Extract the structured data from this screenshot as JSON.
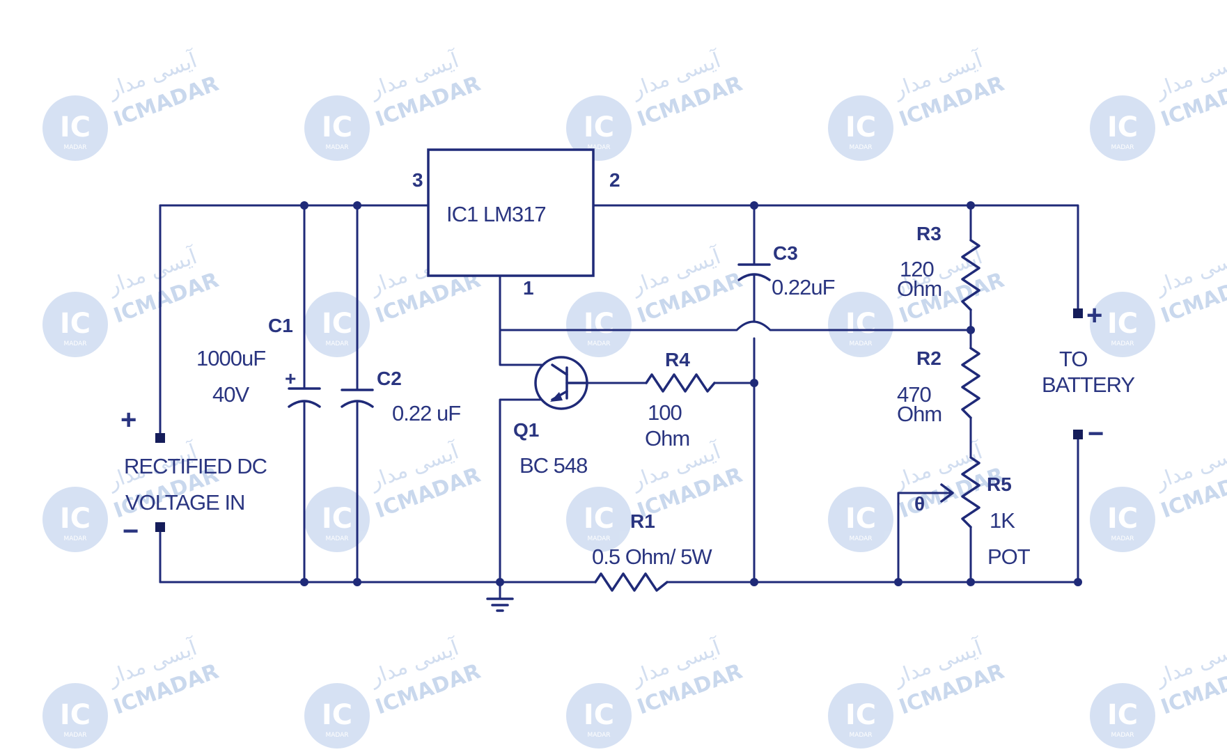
{
  "watermark": {
    "logo_text": "IC",
    "logo_sub": "MADAR",
    "latin": "ICMADAR",
    "arabic": "آیسی مدار"
  },
  "ic1": {
    "label": "IC1 LM317",
    "pin_in": "3",
    "pin_out": "2",
    "pin_adj": "1"
  },
  "c1": {
    "name": "C1",
    "value": "1000uF",
    "voltage": "40V",
    "polarity": "+"
  },
  "c2": {
    "name": "C2",
    "value": "0.22 uF"
  },
  "c3": {
    "name": "C3",
    "value": "0.22uF"
  },
  "q1": {
    "name": "Q1",
    "part": "BC 548"
  },
  "r4": {
    "name": "R4",
    "value_line1": "100",
    "value_line2": "Ohm"
  },
  "r1": {
    "name": "R1",
    "value": "0.5 Ohm/ 5W"
  },
  "r3": {
    "name": "R3",
    "value_line1": "120",
    "value_line2": "Ohm"
  },
  "r2": {
    "name": "R2",
    "value_line1": "470",
    "value_line2": "Ohm"
  },
  "r5": {
    "name": "R5",
    "value_line1": "1K",
    "value_line2": "POT",
    "wiper": "θ"
  },
  "input": {
    "plus": "+",
    "minus": "−",
    "line1": "RECTIFIED DC",
    "line2": "VOLTAGE IN"
  },
  "output": {
    "plus": "+",
    "minus": "−",
    "line1": "TO",
    "line2": "BATTERY"
  },
  "colors": {
    "ink": "#1f2a78",
    "watermark": "#c9d8ef"
  }
}
